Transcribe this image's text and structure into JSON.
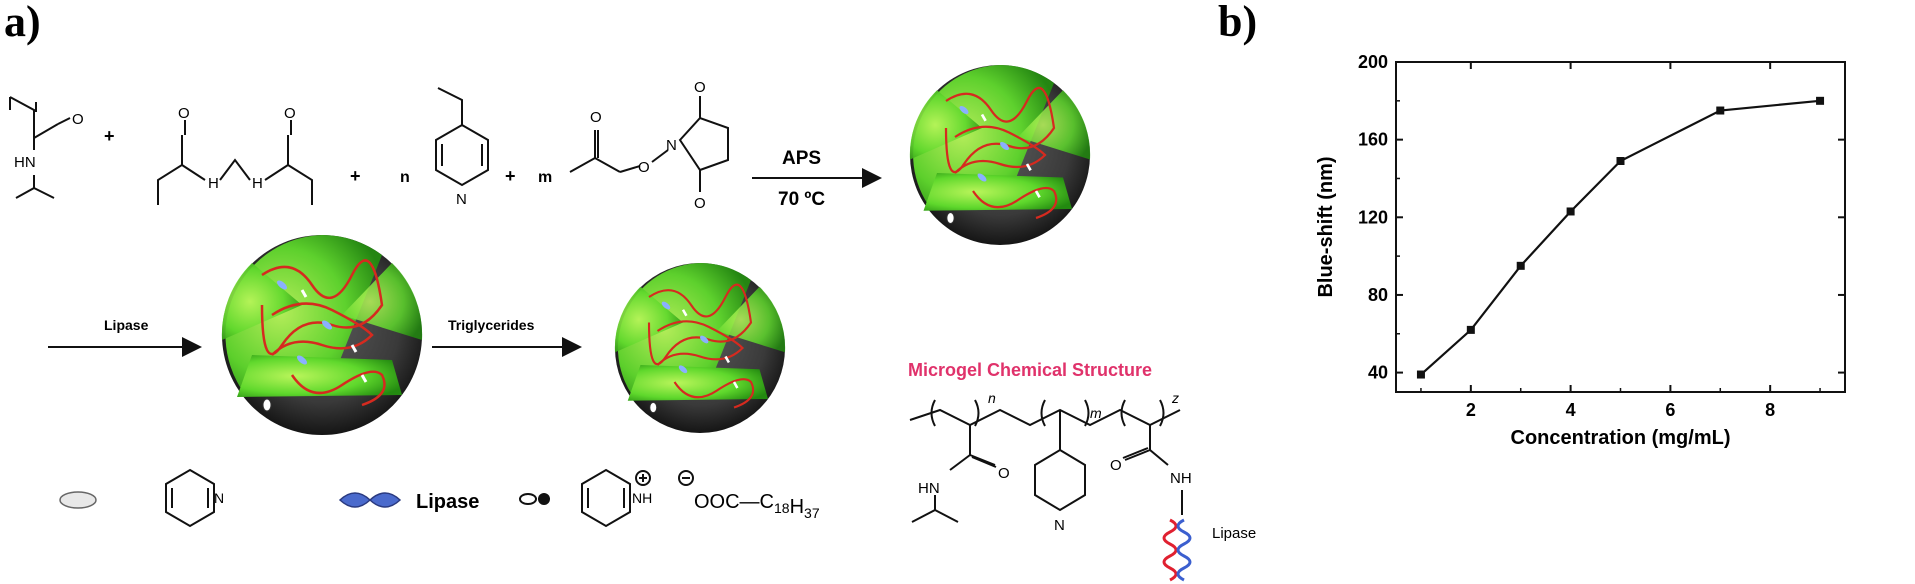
{
  "panels": {
    "a_label": "a)",
    "b_label": "b)"
  },
  "scheme": {
    "plus": "+",
    "n": "n",
    "m": "m",
    "reagent_labels": {
      "amide_nh": "HN",
      "nh": "H",
      "o": "O",
      "n_atom": "N"
    },
    "reaction1": {
      "top": "APS",
      "bottom": "70 ºC"
    },
    "reaction2": {
      "label": "Lipase"
    },
    "reaction3": {
      "label": "Triglycerides"
    },
    "structure": {
      "title": "Microgel Chemical Structure",
      "n": "n",
      "m": "m",
      "z": "z",
      "hn": "HN",
      "o1": "O",
      "o2": "O",
      "nh": "NH",
      "n_atom": "N",
      "lipase": "Lipase"
    },
    "legend": {
      "lipase": "Lipase",
      "nh_plus": "NH",
      "anion": "OOC—C18H37"
    }
  },
  "colors": {
    "sphere_green": "#4cd12a",
    "chain_red": "#d62a1f",
    "lipase_blue": "#3b5fcf",
    "title_pink": "#e0326b",
    "helix_red": "#e02030"
  },
  "chart_data": {
    "type": "line",
    "x": [
      1,
      2,
      3,
      4,
      5,
      7,
      9
    ],
    "y": [
      39,
      62,
      95,
      123,
      149,
      175,
      180
    ],
    "xlabel": "Concentration (mg/mL)",
    "ylabel": "Blue-shift (nm)",
    "xlim": [
      0.5,
      9.5
    ],
    "ylim": [
      30,
      200
    ],
    "xticks": [
      2,
      4,
      6,
      8
    ],
    "yticks": [
      40,
      80,
      120,
      160,
      200
    ],
    "marker": "square",
    "grid": false
  }
}
